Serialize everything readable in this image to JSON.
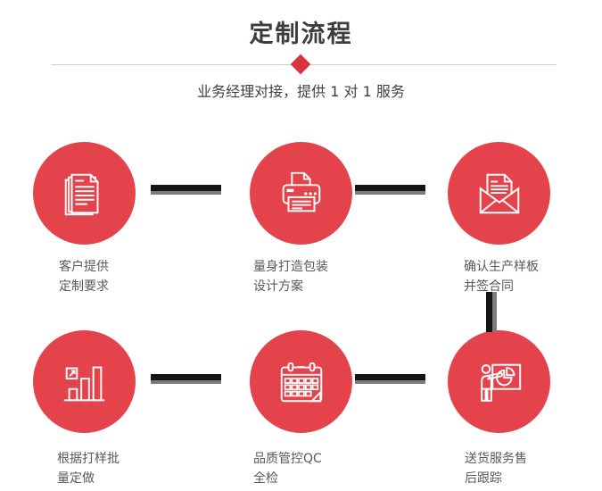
{
  "page": {
    "title": "定制流程",
    "subtitle": "业务经理对接，提供 1 对 1 服务"
  },
  "colors": {
    "circle_red": "#e4434b",
    "diamond_red": "#d8333f",
    "divider_gray": "#cccccc",
    "connector_black": "#151515",
    "connector_gray": "#7b7b7b",
    "title_color": "#3d3d3d",
    "label_color": "#595959"
  },
  "steps": [
    {
      "icon": "documents-icon",
      "line1": "客户提供",
      "line2": "定制要求"
    },
    {
      "icon": "printer-icon",
      "line1": "量身打造包装",
      "line2": "设计方案"
    },
    {
      "icon": "envelope-icon",
      "line1": "确认生产样板",
      "line2": "并签合同"
    },
    {
      "icon": "growth-chart-icon",
      "line1": "根据打样批",
      "line2": "量定做"
    },
    {
      "icon": "calendar-icon",
      "line1": "品质管控QC",
      "line2": "全检"
    },
    {
      "icon": "presentation-icon",
      "line1": "送货服务售",
      "line2": "后跟踪"
    }
  ]
}
